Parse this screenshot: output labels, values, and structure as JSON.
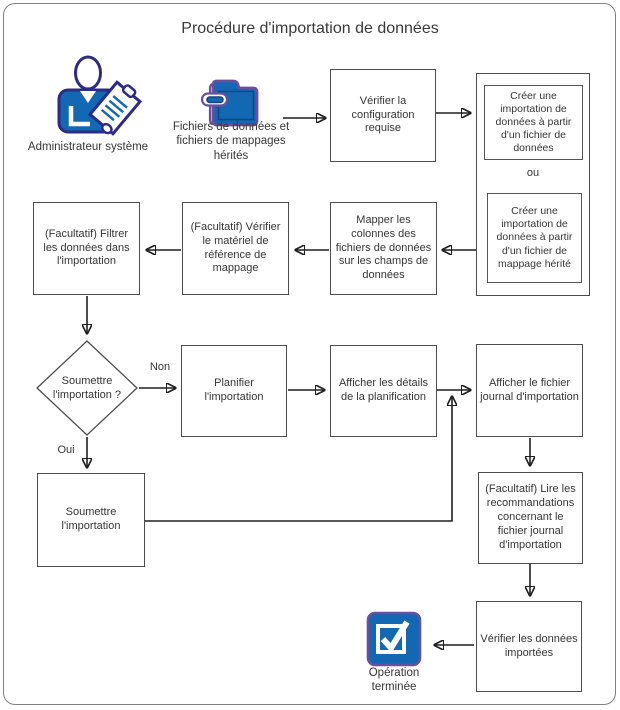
{
  "title": "Procédure d'importation de données",
  "colors": {
    "icon_blue": "#1268b3",
    "icon_purple": "#6a4fa0",
    "icon_indigo": "#2d2b86",
    "box_border": "#4d4d4d",
    "arrow": "#1f1f1f",
    "frame_border": "#808080"
  },
  "icons": {
    "admin": "person-with-clipboard",
    "files": "folder-with-paperclip",
    "done": "checked-checkbox"
  },
  "actors": {
    "admin_label": "Administrateur système",
    "files_label": "Fichiers de données et fichiers de mappages hérités"
  },
  "steps": {
    "verify_config": "Vérifier la configuration requise",
    "create_from_data": "Créer une importation de données à partir d'un fichier de données",
    "or_label": "ou",
    "create_from_mapping": "Créer une importation de données à partir d'un fichier de mappage hérité",
    "map_columns": "Mapper les colonnes des fichiers de données sur les champs de données",
    "verify_reference": "(Facultatif) Vérifier le matériel de référence de mappage",
    "filter_data": "(Facultatif) Filtrer les données dans l'importation",
    "submit_question": "Soumettre l'importation ?",
    "no_label": "Non",
    "yes_label": "Oui",
    "schedule_import": "Planifier l'importation",
    "view_schedule_details": "Afficher les détails de la planification",
    "view_import_log": "Afficher le fichier journal d'importation",
    "submit_import": "Soumettre l'importation",
    "read_log_recommendations": "(Facultatif) Lire les recommandations concernant le fichier journal d'importation",
    "verify_imported_data": "Vérifier les données importées",
    "operation_complete": "Opération terminée"
  }
}
